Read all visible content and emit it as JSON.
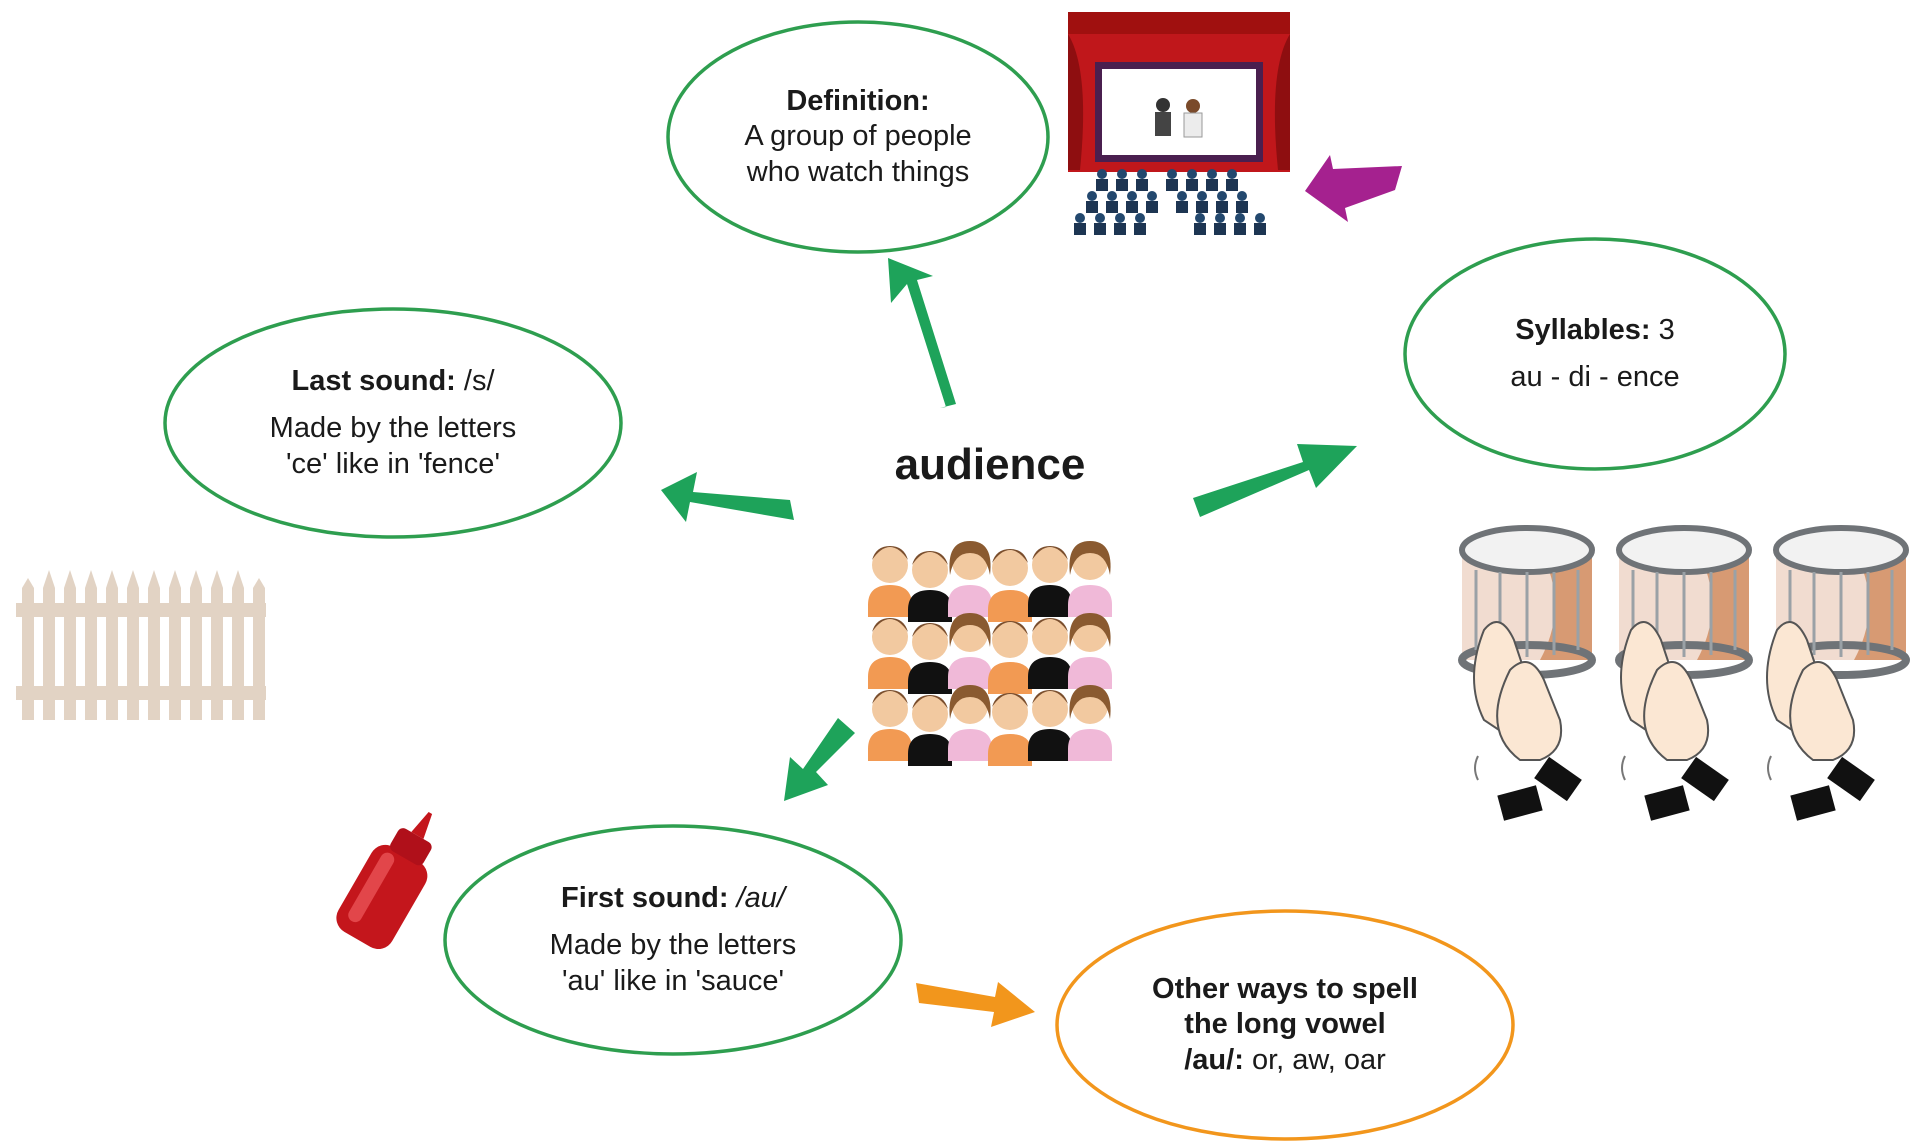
{
  "center": {
    "word": "audience"
  },
  "definition": {
    "heading": "Definition:",
    "line1": "A group of people",
    "line2": "who watch things"
  },
  "last_sound": {
    "heading": "Last sound:",
    "value": "/s/",
    "line1": "Made by the letters",
    "line2": "'ce' like in 'fence'"
  },
  "syllables": {
    "heading": "Syllables:",
    "value": "3",
    "line1": "au - di - ence"
  },
  "first_sound": {
    "heading": "First sound:",
    "value": "/au/",
    "line1": "Made by the letters",
    "line2": "'au' like in 'sauce'"
  },
  "other_ways": {
    "line1": "Other ways to spell",
    "line2": "the long vowel",
    "heading": "/au/:",
    "value": "or, aw, oar"
  },
  "colors": {
    "green": "#1ea35a",
    "bubble_green": "#2e9e4f",
    "orange": "#f2961c",
    "purple": "#a5218f"
  },
  "icons": [
    "theater-audience-icon",
    "crowd-icon",
    "fence-icon",
    "drum-icon",
    "clapping-hands-icon",
    "ketchup-bottle-icon"
  ]
}
